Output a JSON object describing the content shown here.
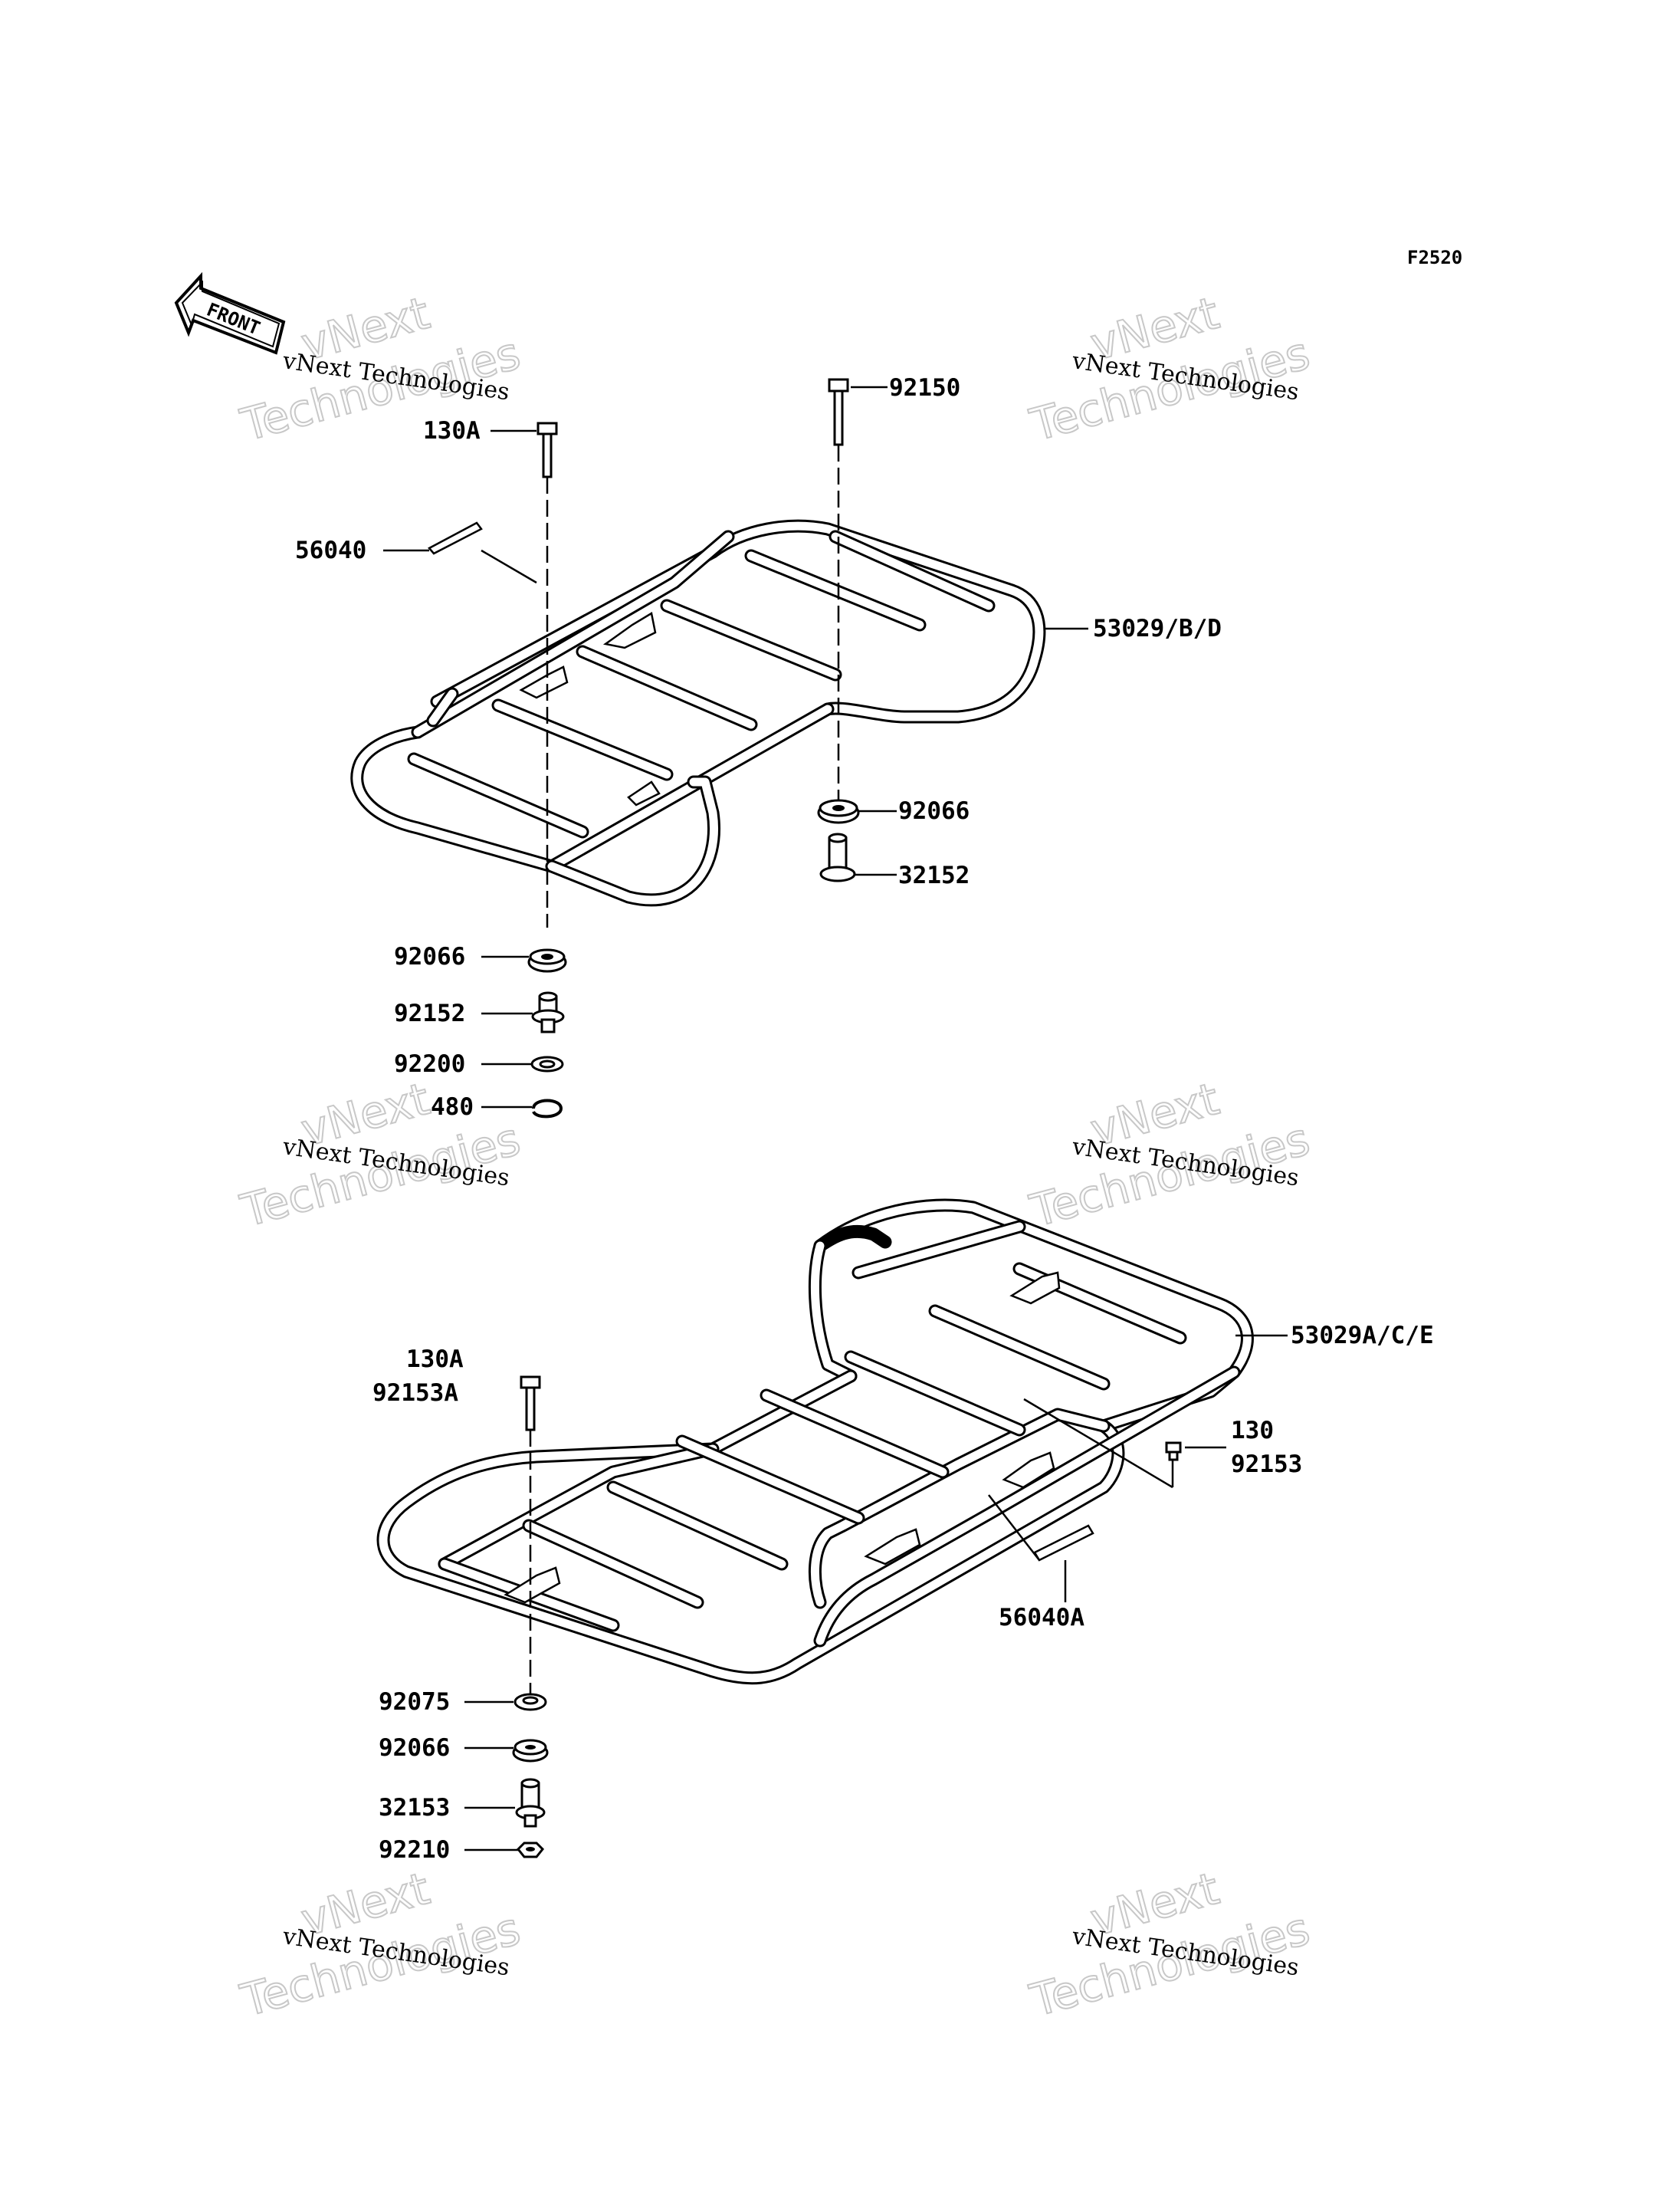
{
  "figure_code": "F2520",
  "front_arrow_text": "FRONT",
  "watermark": {
    "line1": "vNext Technologies",
    "line2": "Technologies",
    "overlay": "vNext"
  },
  "colors": {
    "ink": "#000000",
    "paper": "#ffffff",
    "watermark_outline": "#c8c8c8"
  },
  "upper_carrier": {
    "labels": {
      "bolt_130A": "130A",
      "bolt_92150": "92150",
      "label_56040": "56040",
      "carrier_53029BD": "53029/B/D",
      "damper_92066_right": "92066",
      "collar_32152": "32152",
      "damper_92066_left": "92066",
      "collar_92152": "92152",
      "washer_92200": "92200",
      "clip_480": "480"
    }
  },
  "lower_carrier": {
    "labels": {
      "bolt_130A": "130A",
      "bolt_92153A": "92153A",
      "carrier_53029ACE": "53029A/C/E",
      "bolt_130": "130",
      "bolt_92153": "92153",
      "label_56040A": "56040A",
      "washer_92075": "92075",
      "damper_92066": "92066",
      "collar_32153": "32153",
      "nut_92210": "92210"
    }
  }
}
